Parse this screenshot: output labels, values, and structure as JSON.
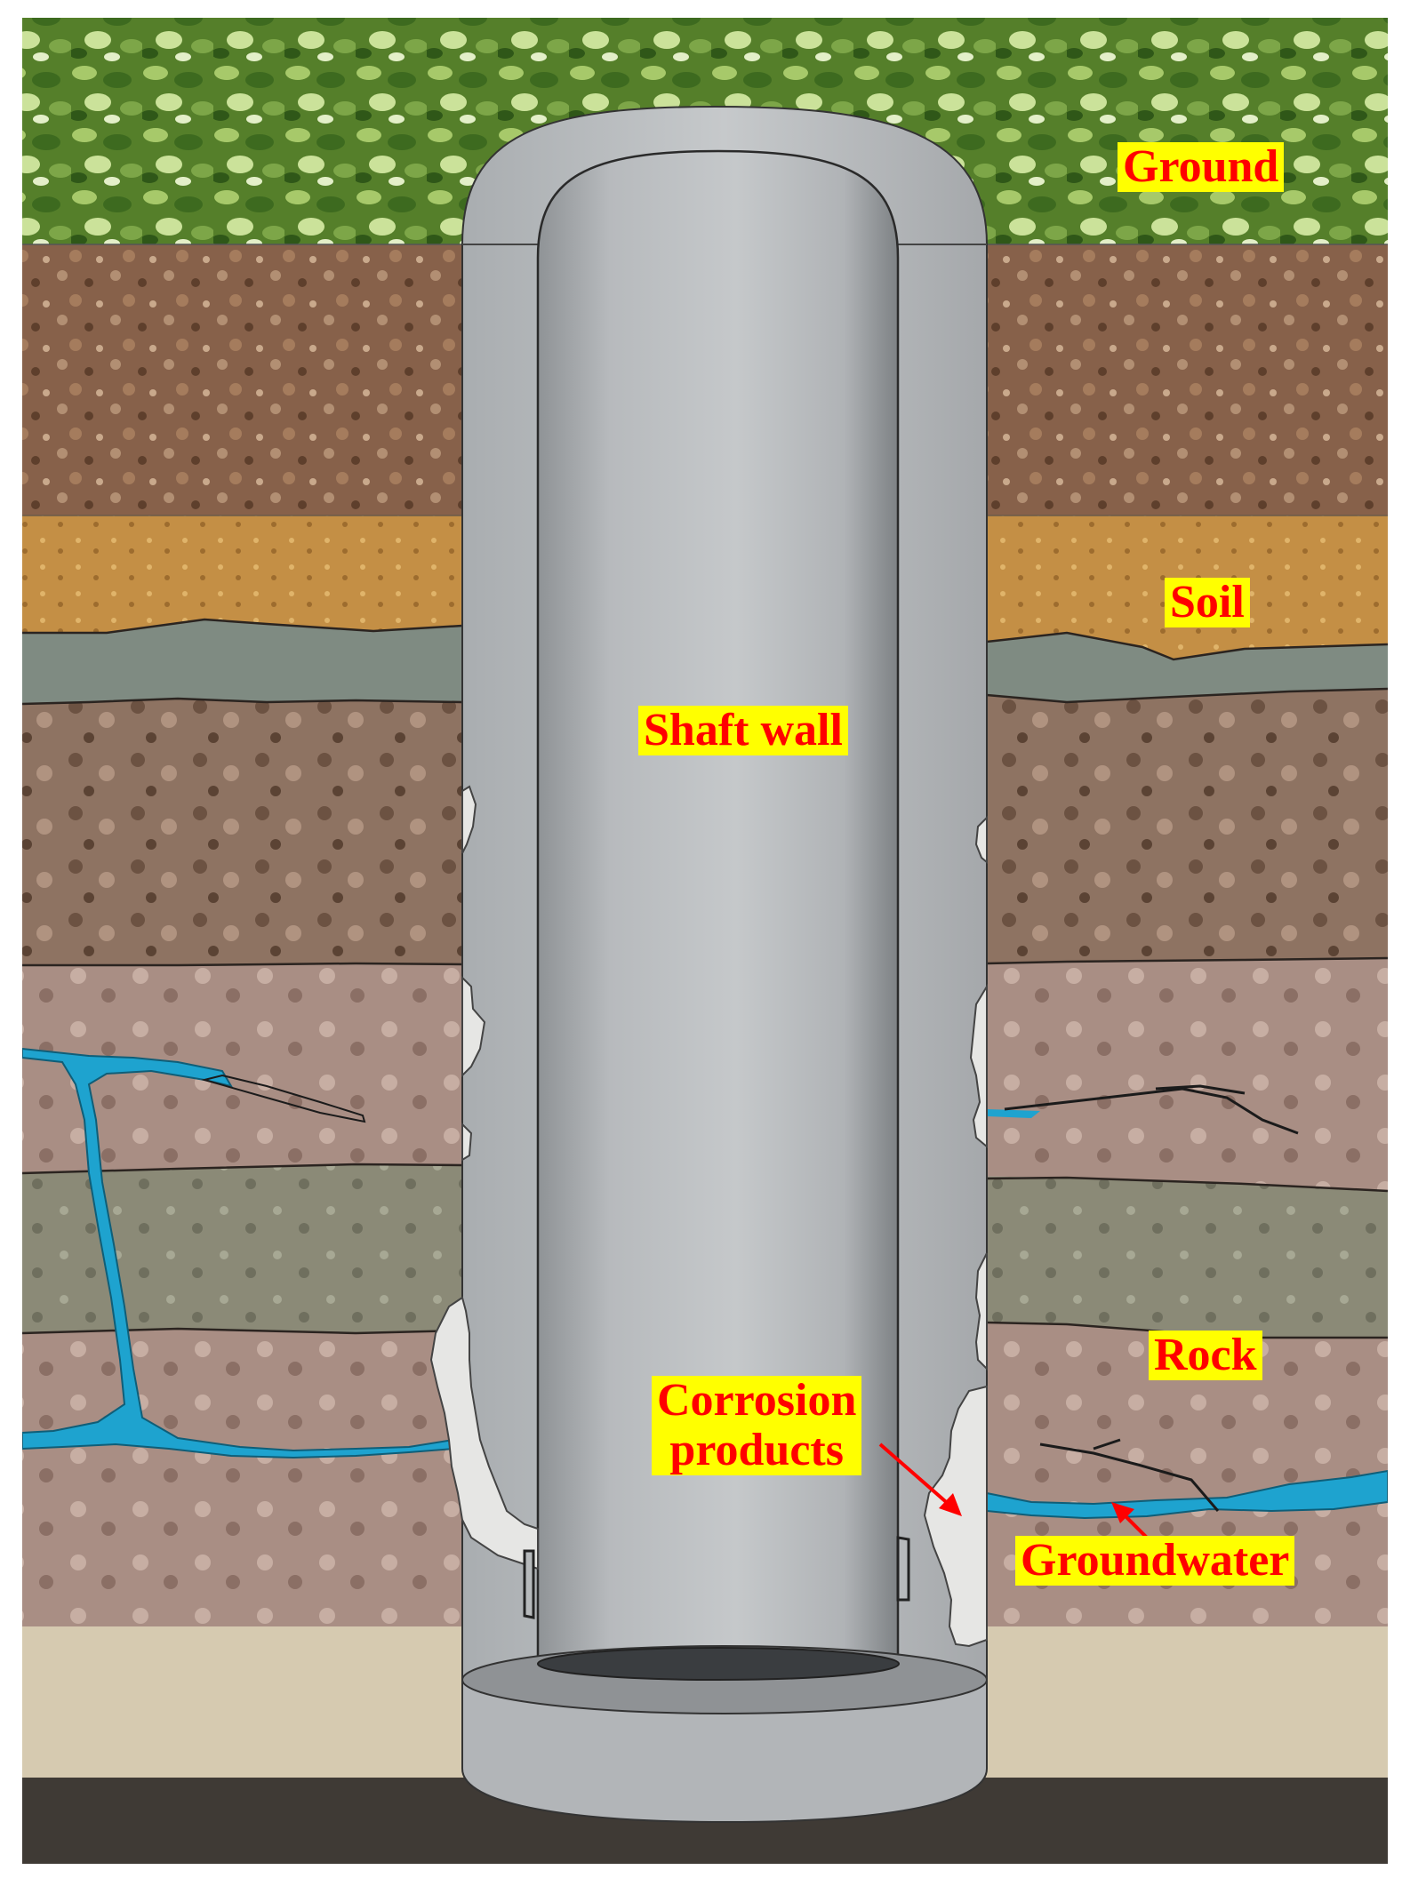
{
  "labels": {
    "ground": "Ground",
    "soil": "Soil",
    "shaft_wall": "Shaft wall",
    "rock": "Rock",
    "corrosion_products_line1": "Corrosion",
    "corrosion_products_line2": "products",
    "groundwater": "Groundwater"
  },
  "colors": {
    "label_background": "#ffff00",
    "label_text": "#ff0000",
    "groundwater": "#1ea3cf",
    "shaft_concrete": "#b9bcbf",
    "vegetation": "#5f8a2e",
    "topsoil": "#8a6448",
    "sandy_soil": "#c89448",
    "gray_layer": "#7e8a80",
    "rock_brown": "#8f7462",
    "rock_pink": "#a98f86",
    "rock_gray": "#8d8a78",
    "sand_bottom": "#d7cbb1",
    "bedrock_dark": "#3e3a36",
    "corrosion_products": "#e4e4e2"
  }
}
